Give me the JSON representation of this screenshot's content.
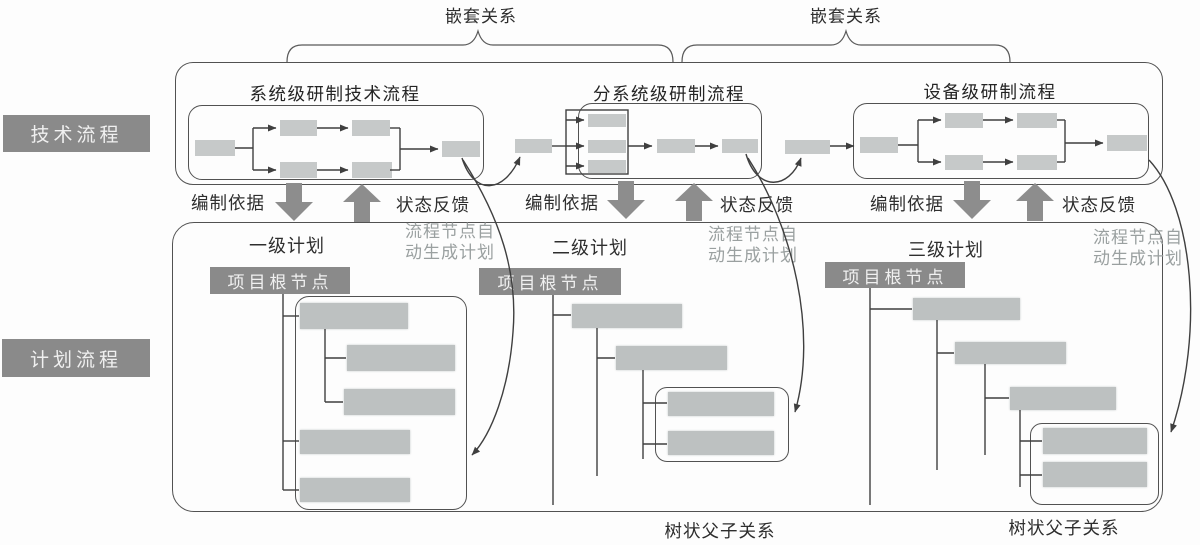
{
  "colors": {
    "flow_box_fill": "#c6c9c9",
    "tree_box_fill": "#bdc1c1",
    "dark_label_bg": "#8a8a8a",
    "dark_label_text": "#f0f0f0",
    "line": "#3f3f3f",
    "block_arrow": "#8d8d8d",
    "note_text": "#9aa0a0",
    "border": "#525252"
  },
  "braces": [
    {
      "label": "嵌套关系"
    },
    {
      "label": "嵌套关系"
    }
  ],
  "side_labels": {
    "technical": "技术流程",
    "plan": "计划流程"
  },
  "flows": [
    {
      "title": "系统级研制技术流程"
    },
    {
      "title": "分系统级研制流程"
    },
    {
      "title": "设备级研制流程"
    }
  ],
  "links": [
    {
      "down": "编制依据",
      "up": "状态反馈",
      "note_line1": "流程节点自",
      "note_line2": "动生成计划"
    },
    {
      "down": "编制依据",
      "up": "状态反馈",
      "note_line1": "流程节点自",
      "note_line2": "动生成计划"
    },
    {
      "down": "编制依据",
      "up": "状态反馈",
      "note_line1": "流程节点自",
      "note_line2": "动生成计划"
    }
  ],
  "plans": [
    {
      "title": "一级计划",
      "root": "项目根节点"
    },
    {
      "title": "二级计划",
      "root": "项目根节点"
    },
    {
      "title": "三级计划",
      "root": "项目根节点"
    }
  ],
  "tree_labels": [
    {
      "text": "树状父子关系"
    },
    {
      "text": "树状父子关系"
    }
  ]
}
